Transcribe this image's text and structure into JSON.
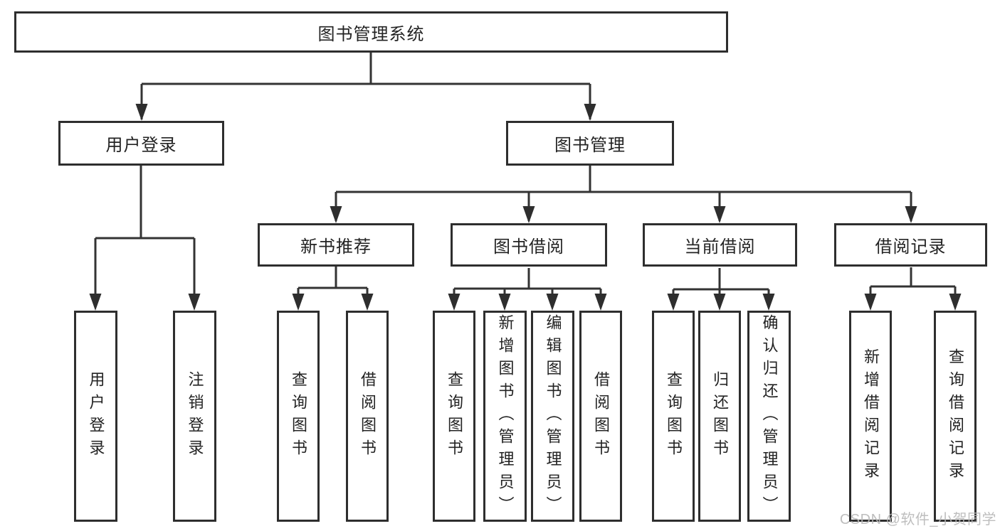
{
  "diagram": {
    "root": {
      "label": "图书管理系统"
    },
    "level2": {
      "user_login": {
        "label": "用户登录"
      },
      "book_management": {
        "label": "图书管理"
      }
    },
    "level3": {
      "new_book_recommend": {
        "label": "新书推荐"
      },
      "book_borrowing": {
        "label": "图书借阅"
      },
      "current_borrowing": {
        "label": "当前借阅"
      },
      "borrowing_records": {
        "label": "借阅记录"
      }
    },
    "leaves": {
      "user_login": {
        "label": "用户登录"
      },
      "logout": {
        "label": "注销登录"
      },
      "nb_query_books": {
        "label": "查询图书"
      },
      "nb_borrow_books": {
        "label": "借阅图书"
      },
      "bb_query_books": {
        "label": "查询图书"
      },
      "bb_add_books_admin": {
        "label": "新增图书（管理员）"
      },
      "bb_edit_books_admin": {
        "label": "编辑图书（管理员）"
      },
      "bb_borrow_books": {
        "label": "借阅图书"
      },
      "cb_query_books": {
        "label": "查询图书"
      },
      "cb_return_books": {
        "label": "归还图书"
      },
      "cb_confirm_return_admin": {
        "label": "确认归还（管理员）"
      },
      "br_add_record": {
        "label": "新增借阅记录"
      },
      "br_query_record": {
        "label": "查询借阅记录"
      }
    }
  },
  "watermark": {
    "text": "CSDN @软件_小贺同学"
  },
  "colors": {
    "box_border": "#2e2e2e",
    "connector_line": "#333333",
    "text": "#232323",
    "watermark": "#b9b9b9",
    "background": "#ffffff"
  }
}
